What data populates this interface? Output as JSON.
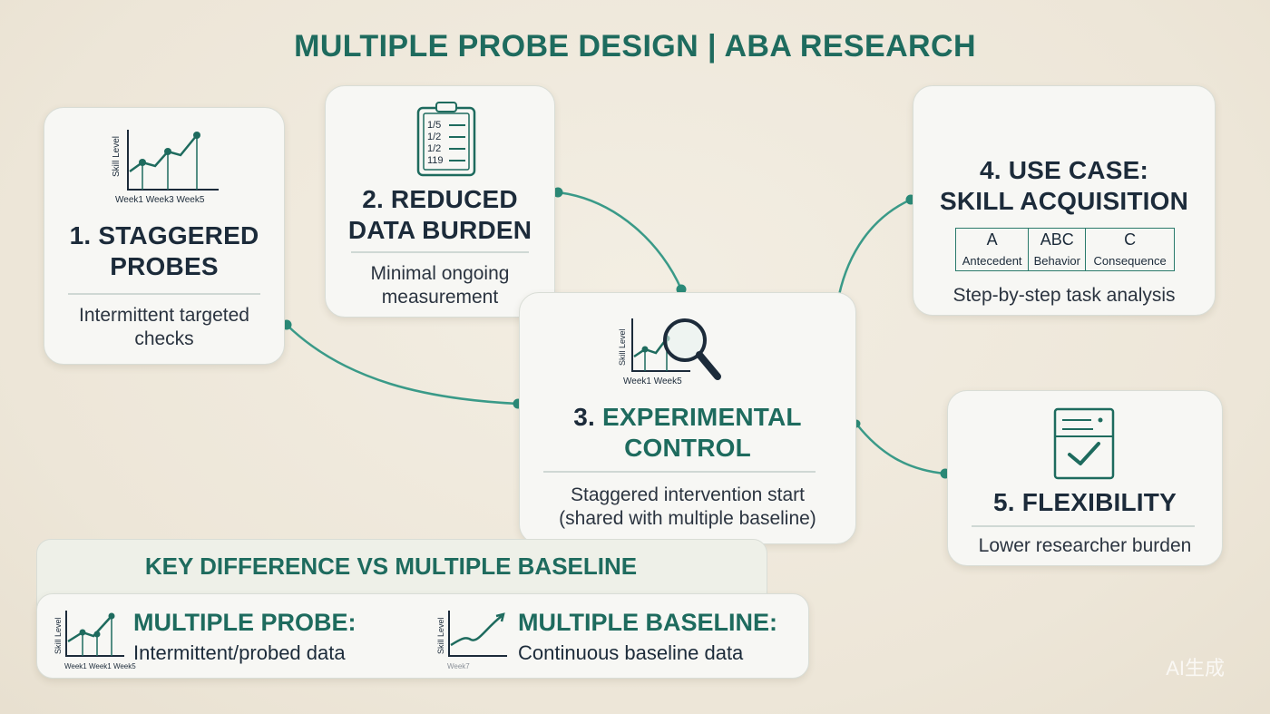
{
  "title": "MULTIPLE PROBE DESIGN | ABA RESEARCH",
  "cards": {
    "staggered": {
      "title_line1": "1. STAGGERED",
      "title_line2": "PROBES",
      "desc_line1": "Intermittent targeted",
      "desc_line2": "checks",
      "chart_ylabel": "Skill Level",
      "chart_xlabel": "Week1 Week3 Week5"
    },
    "reduced": {
      "title_line1": "2. REDUCED",
      "title_line2": "DATA BURDEN",
      "desc_line1": "Minimal ongoing",
      "desc_line2": "measurement",
      "clipboard_lines": [
        "1/5",
        "1/2",
        "1/2",
        "119"
      ]
    },
    "control": {
      "title_num": "3.",
      "title_word1": "EXPERIMENTAL",
      "title_line2": "CONTROL",
      "desc_line1": "Staggered intervention start",
      "desc_line2": "(shared with multiple baseline)",
      "chart_ylabel": "Skill Level",
      "chart_xlabel": "Week1 Week5"
    },
    "usecase": {
      "title_line1": "4. USE CASE:",
      "title_line2": "SKILL ACQUISITION",
      "table_head": [
        "A",
        "ABC",
        "C"
      ],
      "table_sub": [
        "Antecedent",
        "Behavior",
        "Consequence"
      ],
      "desc": "Step-by-step task analysis"
    },
    "flexibility": {
      "title": "5. FLEXIBILITY",
      "desc": "Lower researcher burden"
    }
  },
  "comparison": {
    "header": "KEY DIFFERENCE VS MULTIPLE BASELINE",
    "probe": {
      "title": "MULTIPLE PROBE:",
      "desc": "Intermittent/probed data",
      "chart_ylabel": "Skill Level",
      "chart_xlabel": "Week1 Week1 Week5"
    },
    "baseline": {
      "title": "MULTIPLE BASELINE:",
      "desc": "Continuous baseline data",
      "chart_ylabel": "Skill Level",
      "chart_xlabel": "Week7"
    }
  },
  "watermark": "AI生成",
  "colors": {
    "accent": "#1e6b5e",
    "connector": "#3a9a88",
    "text": "#1c2b3a"
  }
}
